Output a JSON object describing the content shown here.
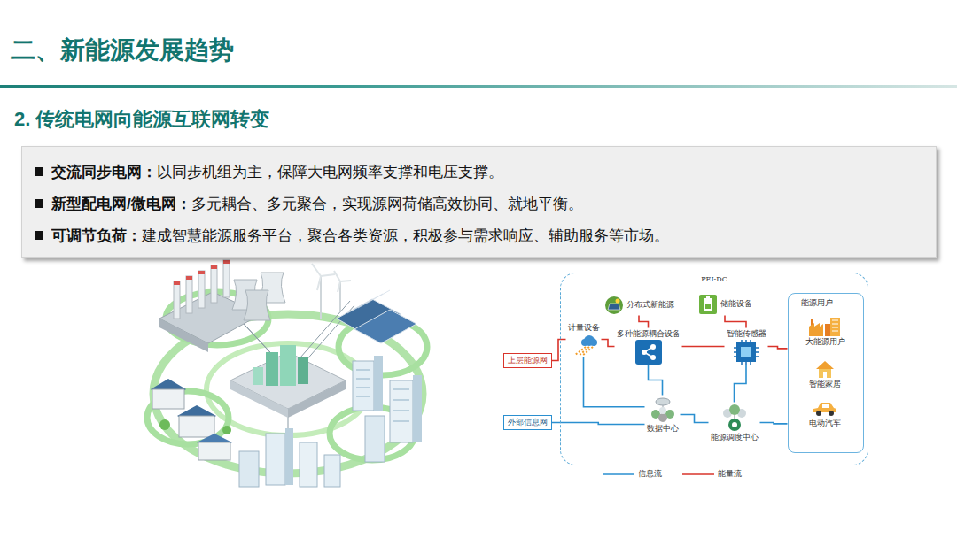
{
  "diagram": {
    "title": "二、新能源发展趋势",
    "nodes": [
      {
        "text": [
          "交流同步电网：",
          "以同步机组为主，保障大电网频率支撑和电压支撑。",
          "新型配电网/微电网：",
          "多元耦合、多元聚合，实现源网荷储高效协同、就地平衡。",
          "可调节负荷：",
          "建成智慧能源服务平台，聚合各类资源，积极参与需求响应、辅助服务等市场。"
        ]
      },
      {
        "text": [
          "PEI-DC"
        ]
      },
      {
        "text": [
          "分布式新能源"
        ],
        "in": 1
      },
      {
        "text": [
          "储能设备"
        ],
        "in": 1
      },
      {
        "text": [
          "计量设备"
        ],
        "in": 1
      },
      {
        "text": [
          "多种能源耦合设备"
        ],
        "in": 1
      },
      {
        "text": [
          "智能传感器"
        ],
        "in": 1
      },
      {
        "text": [
          "数据中心"
        ],
        "in": 1
      },
      {
        "text": [
          "能源调度中心"
        ],
        "in": 1
      },
      {
        "text": [
          "能源用户"
        ],
        "in": 1
      },
      {
        "text": [
          "大能源用户"
        ],
        "in": 9
      },
      {
        "text": [
          "智能家居"
        ],
        "in": 9
      },
      {
        "text": [
          "电动汽车"
        ],
        "in": 9
      },
      {
        "text": [
          "上层能源网"
        ]
      },
      {
        "text": [
          "外部信息网"
        ]
      }
    ],
    "edges": [
      {
        "from": 13,
        "to": 4,
        "arrow": "none"
      },
      {
        "from": 4,
        "to": 5,
        "arrow": "none"
      },
      {
        "from": 5,
        "to": 6,
        "arrow": "none"
      },
      {
        "from": 6,
        "to": 9,
        "arrow": "none"
      },
      {
        "from": 2,
        "to": 5,
        "arrow": "none"
      },
      {
        "from": 3,
        "to": 6,
        "arrow": "none"
      },
      {
        "from": 14,
        "to": 7,
        "arrow": "none"
      },
      {
        "from": 7,
        "to": 8,
        "arrow": "none"
      },
      {
        "from": 8,
        "to": 6,
        "arrow": "none"
      },
      {
        "from": 4,
        "to": 7,
        "arrow": "none"
      },
      {
        "from": 5,
        "to": 7,
        "arrow": "none"
      },
      {
        "from": 8,
        "to": 9,
        "arrow": "none"
      }
    ],
    "labels": [
      "2. 传统电网向能源互联网转变"
    ],
    "legend": [
      {
        "text": "信息流"
      },
      {
        "text": "能量流"
      }
    ]
  }
}
